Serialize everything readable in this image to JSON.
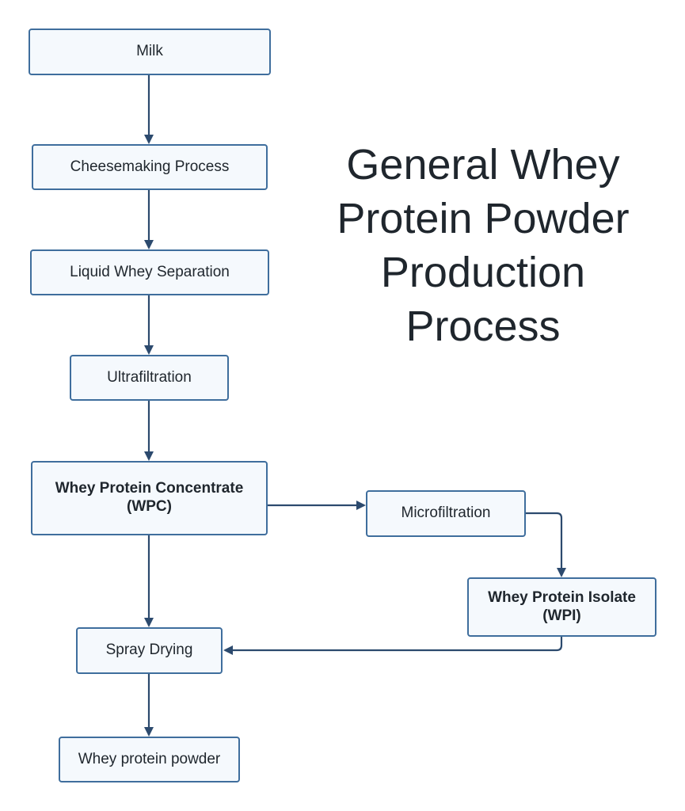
{
  "title": "General Whey Protein Powder Production Process",
  "nodes": {
    "milk": "Milk",
    "cheesemaking": "Cheesemaking Process",
    "liquid_whey": "Liquid Whey Separation",
    "ultrafiltration": "Ultrafiltration",
    "wpc_line1": "Whey Protein Concentrate",
    "wpc_line2": "(WPC)",
    "microfiltration": "Microfiltration",
    "wpi_line1": "Whey Protein Isolate",
    "wpi_line2": "(WPI)",
    "spray_drying": "Spray Drying",
    "powder": "Whey protein powder"
  },
  "colors": {
    "node_border": "#3f6e9d",
    "node_fill": "#f5f9fd",
    "edge": "#2c4a6e",
    "text": "#1f262d"
  }
}
